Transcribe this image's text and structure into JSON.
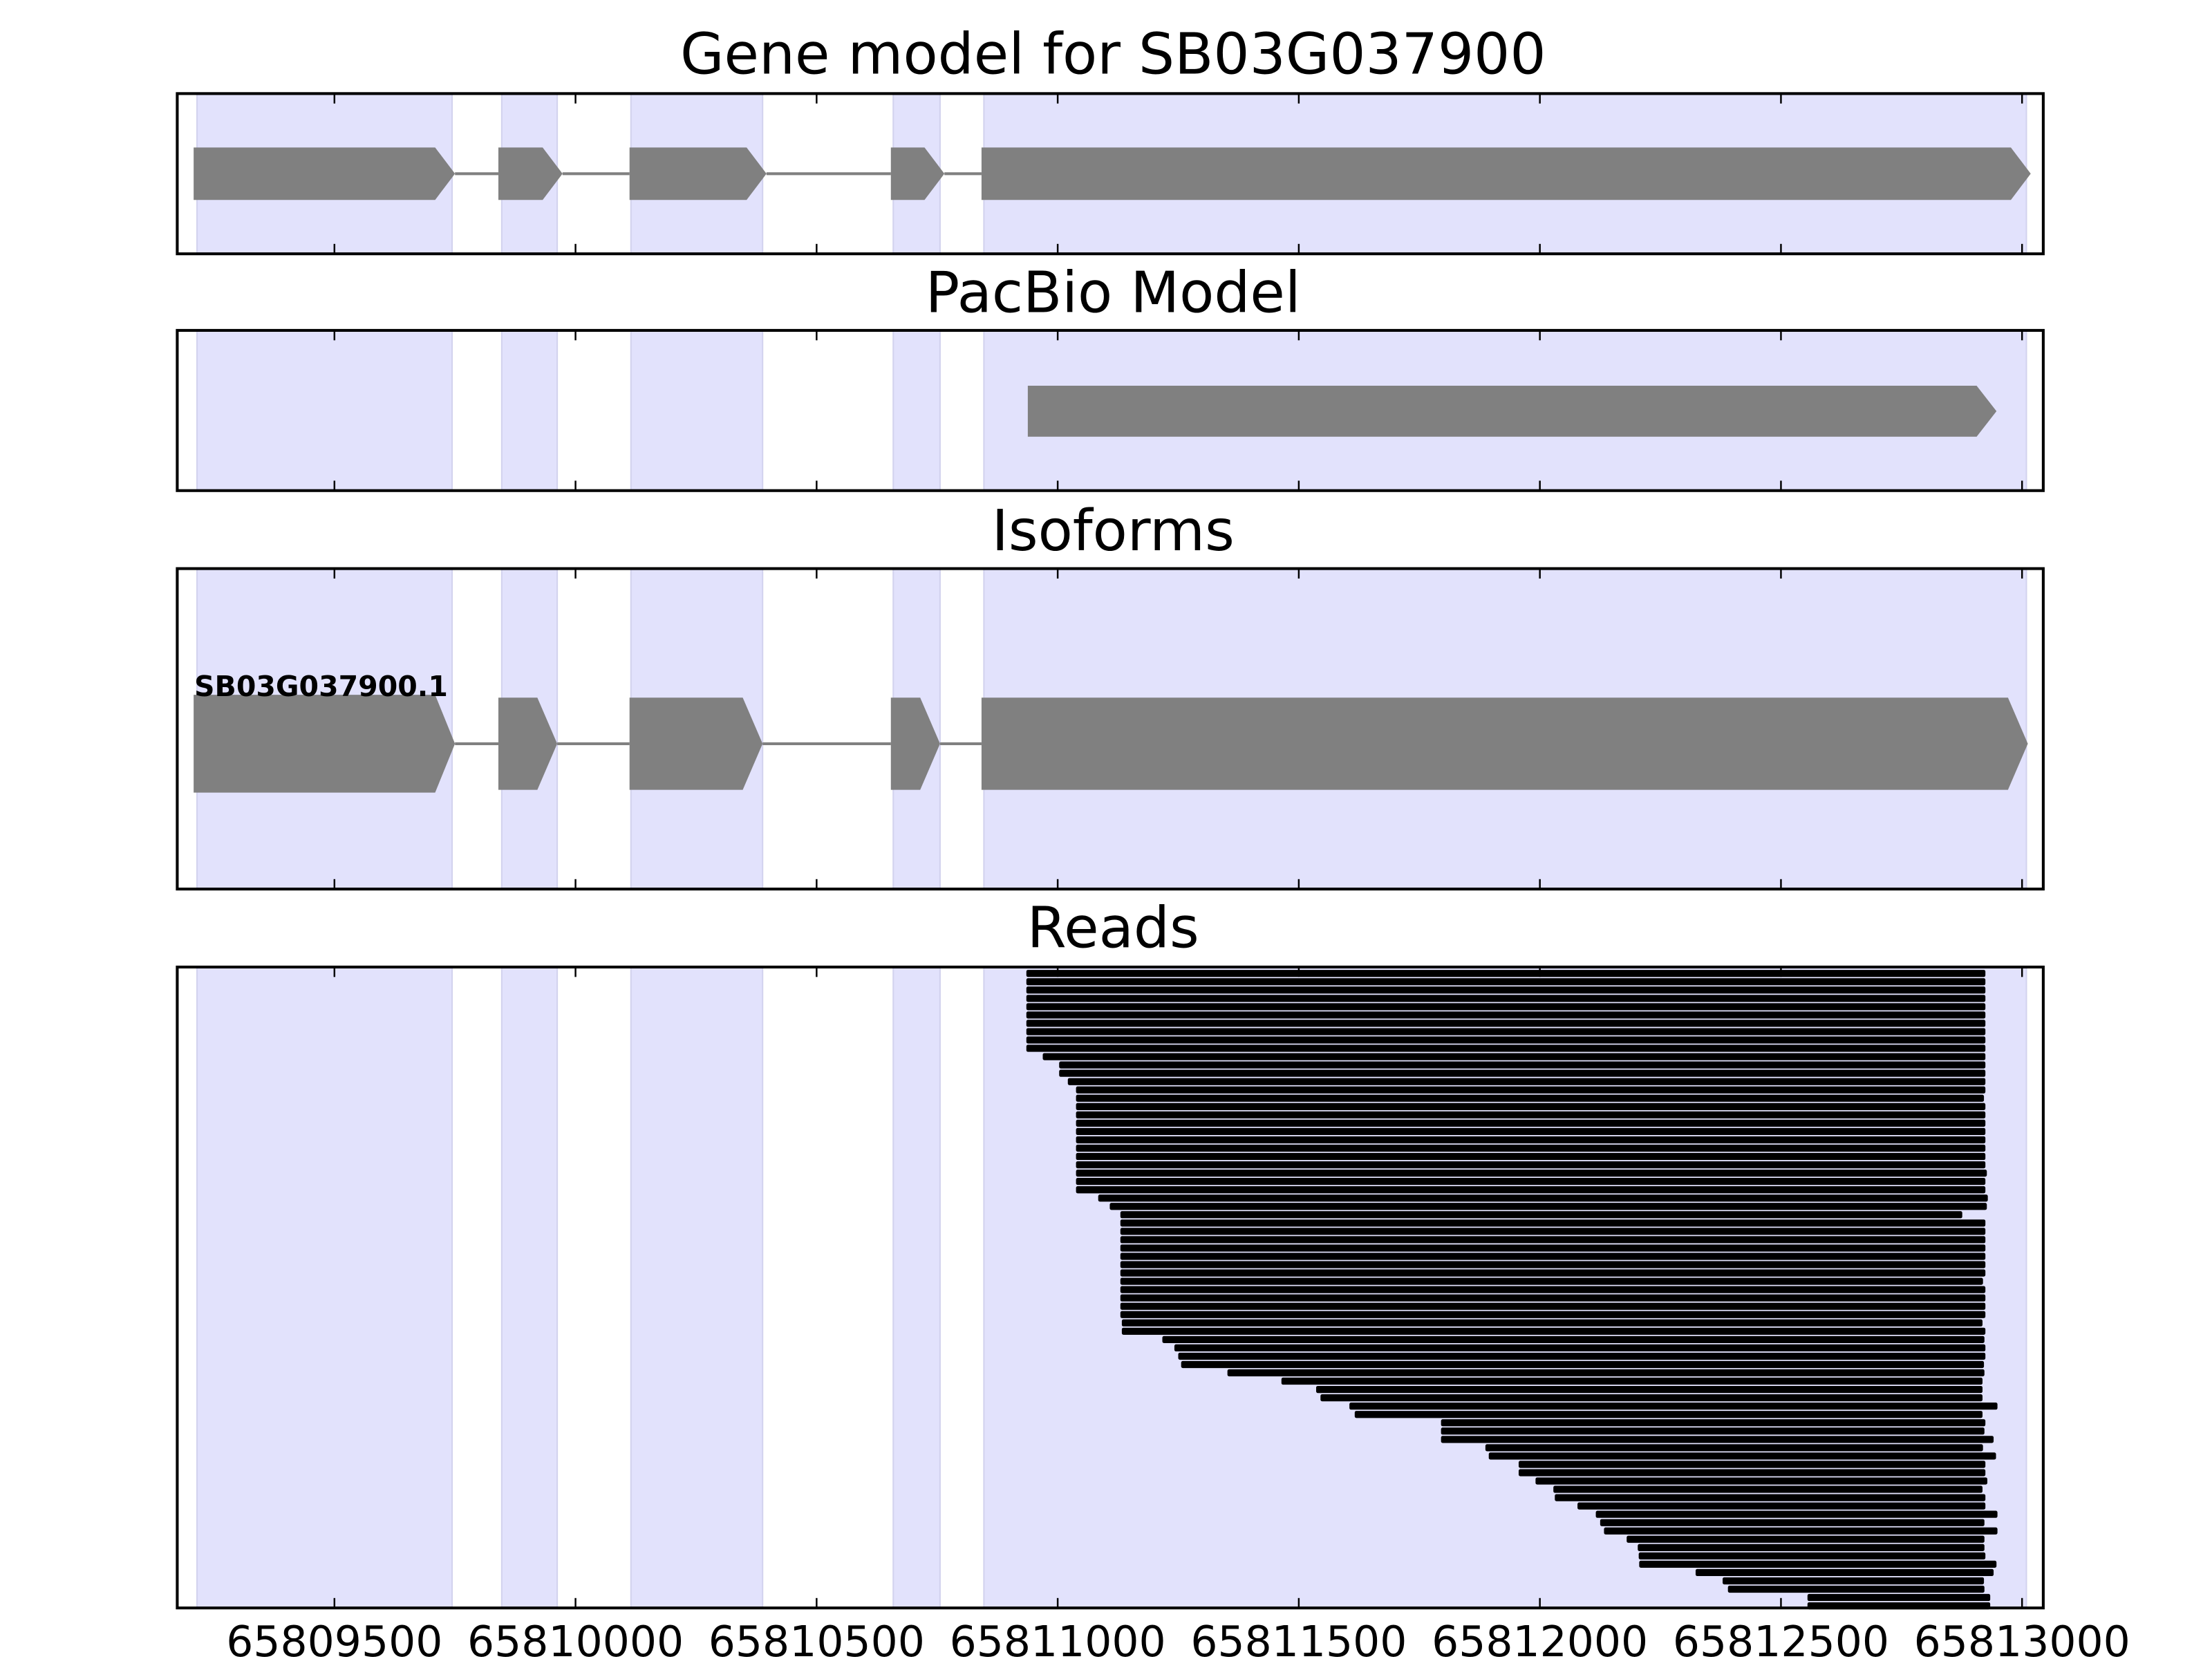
{
  "chart_data": {
    "type": "gene-track",
    "xlim": [
      65809174,
      65813044
    ],
    "x_ticks": [
      65809500,
      65810000,
      65810500,
      65811000,
      65811500,
      65812000,
      65812500,
      65813000
    ],
    "x_tick_labels": [
      "65809500",
      "65810000",
      "65810500",
      "65811000",
      "65811500",
      "65812000",
      "65812500",
      "65813000"
    ],
    "colors": {
      "shade": "#e2e2fc",
      "shade_edge": "#d2d2ee",
      "feature": "#808080",
      "read": "#000000"
    },
    "shaded_regions": [
      [
        65809215,
        65809744
      ],
      [
        65809847,
        65809962
      ],
      [
        65810115,
        65810388
      ],
      [
        65810659,
        65810756
      ],
      [
        65810847,
        65813009
      ]
    ],
    "panels": [
      {
        "title": "Gene model for SB03G037900",
        "type": "gene_model",
        "strand": "+",
        "exons": [
          [
            65809208,
            65809750
          ],
          [
            65809840,
            65809973
          ],
          [
            65810112,
            65810396
          ],
          [
            65810654,
            65810765
          ],
          [
            65810842,
            65813018
          ]
        ]
      },
      {
        "title": "PacBio Model",
        "type": "pacbio",
        "strand": "+",
        "exons": [
          [
            65810938,
            65812947
          ]
        ]
      },
      {
        "title": "Isoforms",
        "type": "isoforms",
        "strand": "+",
        "isoforms": [
          {
            "name": "SB03G037900.1",
            "exons": [
              [
                65809208,
                65809750
              ],
              [
                65809840,
                65809962
              ],
              [
                65810112,
                65810388
              ],
              [
                65810654,
                65810756
              ],
              [
                65810842,
                65813012
              ]
            ]
          }
        ]
      },
      {
        "title": "Reads",
        "type": "reads",
        "reads": [
          [
            65810935,
            65812924
          ],
          [
            65810935,
            65812924
          ],
          [
            65810935,
            65812924
          ],
          [
            65810935,
            65812924
          ],
          [
            65810935,
            65812924
          ],
          [
            65810935,
            65812924
          ],
          [
            65810935,
            65812924
          ],
          [
            65810935,
            65812924
          ],
          [
            65810935,
            65812924
          ],
          [
            65810935,
            65812924
          ],
          [
            65810969,
            65812924
          ],
          [
            65811003,
            65812924
          ],
          [
            65811003,
            65812924
          ],
          [
            65811021,
            65812924
          ],
          [
            65811038,
            65812924
          ],
          [
            65811038,
            65812921
          ],
          [
            65811038,
            65812924
          ],
          [
            65811038,
            65812924
          ],
          [
            65811038,
            65812924
          ],
          [
            65811038,
            65812924
          ],
          [
            65811038,
            65812924
          ],
          [
            65811038,
            65812924
          ],
          [
            65811038,
            65812924
          ],
          [
            65811038,
            65812924
          ],
          [
            65811038,
            65812927
          ],
          [
            65811038,
            65812924
          ],
          [
            65811038,
            65812924
          ],
          [
            65811084,
            65812929
          ],
          [
            65811108,
            65812927
          ],
          [
            65811130,
            65812876
          ],
          [
            65811130,
            65812924
          ],
          [
            65811130,
            65812924
          ],
          [
            65811130,
            65812924
          ],
          [
            65811130,
            65812924
          ],
          [
            65811130,
            65812924
          ],
          [
            65811130,
            65812924
          ],
          [
            65811130,
            65812924
          ],
          [
            65811130,
            65812919
          ],
          [
            65811130,
            65812924
          ],
          [
            65811130,
            65812924
          ],
          [
            65811130,
            65812924
          ],
          [
            65811130,
            65812924
          ],
          [
            65811133,
            65812918
          ],
          [
            65811133,
            65812924
          ],
          [
            65811217,
            65812922
          ],
          [
            65811242,
            65812924
          ],
          [
            65811250,
            65812924
          ],
          [
            65811256,
            65812921
          ],
          [
            65811352,
            65812922
          ],
          [
            65811464,
            65812918
          ],
          [
            65811536,
            65812918
          ],
          [
            65811545,
            65812918
          ],
          [
            65811605,
            65812949
          ],
          [
            65811616,
            65812918
          ],
          [
            65811795,
            65812924
          ],
          [
            65811795,
            65812922
          ],
          [
            65811795,
            65812941
          ],
          [
            65811887,
            65812919
          ],
          [
            65811894,
            65812946
          ],
          [
            65811956,
            65812924
          ],
          [
            65811956,
            65812924
          ],
          [
            65811991,
            65812928
          ],
          [
            65812028,
            65812918
          ],
          [
            65812031,
            65812924
          ],
          [
            65812078,
            65812924
          ],
          [
            65812116,
            65812949
          ],
          [
            65812125,
            65812922
          ],
          [
            65812133,
            65812949
          ],
          [
            65812180,
            65812922
          ],
          [
            65812203,
            65812922
          ],
          [
            65812205,
            65812924
          ],
          [
            65812206,
            65812947
          ],
          [
            65812323,
            65812941
          ],
          [
            65812379,
            65812921
          ],
          [
            65812390,
            65812922
          ],
          [
            65812555,
            65812934
          ],
          [
            65812555,
            65812934
          ]
        ]
      }
    ]
  }
}
